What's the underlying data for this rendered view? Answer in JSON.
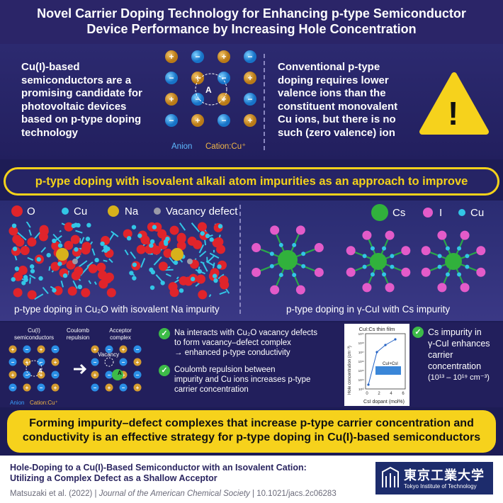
{
  "title": {
    "line1": "Novel Carrier Doping Technology for Enhancing p-type Semiconductor",
    "line2": "Device Performance by Increasing Hole Concentration"
  },
  "top": {
    "left_text": [
      "Cu(I)-based",
      "semiconductors are a",
      "promising candidate for",
      "photovoltaic devices",
      "based on p-type doping",
      "technology"
    ],
    "lattice_center_label": "A",
    "lattice_legend_anion": "Anion",
    "lattice_legend_cation": "Cation:Cu⁺",
    "right_text": [
      "Conventional p-type",
      "doping requires lower",
      "valence ions than the",
      "constituent monovalent",
      "Cu ions, but there is no",
      "such (zero valence) ion"
    ],
    "warning_symbol": "!"
  },
  "banner": "p-type doping with isovalent alkali atom impurities as an approach to improve conductivity",
  "mid": {
    "legend_left": [
      "O",
      "Cu",
      "Na",
      "Vacancy defect"
    ],
    "legend_right": [
      "Cs",
      "I",
      "Cu"
    ],
    "caption_left": "p-type doping in Cu₂O with isovalent Na impurity",
    "caption_right": "p-type doping in γ-CuI with Cs impurity"
  },
  "low": {
    "diagram_labels": {
      "cu_semis": "Cu(I)",
      "cu_semis2": "semiconductors",
      "coulomb": "Coulomb",
      "repulsion": "repulsion",
      "acceptor": "Acceptor",
      "complex": "complex",
      "vacancy": "Vacancy",
      "anion": "Anion",
      "cation": "Cation:Cu⁺",
      "a_label": "A"
    },
    "check1": [
      "Na interacts with Cu₂O vacancy defects",
      "to form vacancy–defect complex",
      "→ enhanced p-type conductivity"
    ],
    "check2": [
      "Coulomb repulsion between",
      "impurity and Cu ions increases p-type",
      "carrier concentration"
    ],
    "graph": {
      "title": "CuI:Cs thin film",
      "ylabel": "Hole concentration (cm⁻³)",
      "xlabel": "CsI dopant (mol%)",
      "xticks": [
        "0",
        "2",
        "4",
        "6"
      ],
      "yticks": [
        "10¹³",
        "10¹⁴",
        "10¹⁵",
        "10¹⁶",
        "10¹⁷",
        "10¹⁸",
        "10¹⁹"
      ],
      "inset": "CuI+CsI"
    },
    "check3": [
      "Cs impurity in",
      "γ-CuI enhances",
      "carrier",
      "concentration",
      "(10¹³ – 10¹⁹ cm⁻³)"
    ]
  },
  "conclusion": [
    "Forming impurity–defect complexes that increase p-type carrier concentration and",
    "conductivity is an effective strategy for p-type doping in Cu(I)-based semiconductors"
  ],
  "footer": {
    "paper_title1": "Hole-Doping to a Cu(I)-Based Semiconductor with an Isovalent Cation:",
    "paper_title2": "Utilizing a Complex Defect as a Shallow Acceptor",
    "authors": "Matsuzaki et al. (2022)",
    "journal": "Journal of the American Chemical Society",
    "doi": "10.1021/jacs.2c06283",
    "logo_jp": "東京工業大学",
    "logo_en": "Tokyo Institute of Technology"
  },
  "colors": {
    "accent_yellow": "#f4d21a",
    "dark_navy": "#1d1c55",
    "oxygen_red": "#e0242b",
    "copper_cyan": "#32c6e6",
    "sodium_gold": "#d7b21b",
    "iodine_pink": "#e35bc9",
    "cesium_green": "#31b13c",
    "check_green": "#3dbb48"
  },
  "icons": [
    "warning-icon",
    "check-icon",
    "arrow-right-icon",
    "university-logo-icon"
  ]
}
